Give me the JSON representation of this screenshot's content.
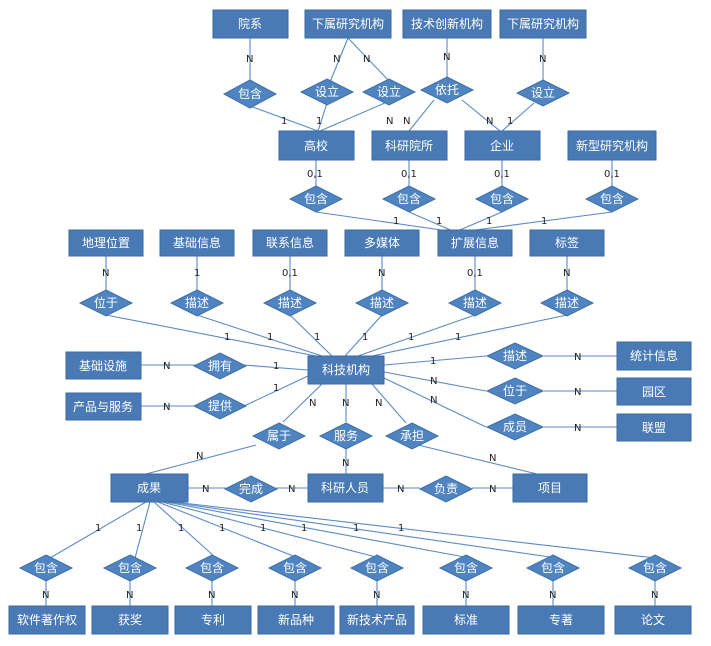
{
  "entities": {
    "yuanxi": "院系",
    "xiashu1": "下属研究机构",
    "jishu_chuangxin": "技术创新机构",
    "xiashu2": "下属研究机构",
    "gaoxiao": "高校",
    "keyanyuansuo": "科研院所",
    "qiye": "企业",
    "xinxing": "新型研究机构",
    "dili": "地理位置",
    "jichu_xinxi": "基础信息",
    "lianxi": "联系信息",
    "duomeiti": "多媒体",
    "kuozhan": "扩展信息",
    "biaoqian": "标签",
    "jichu_sheshi": "基础设施",
    "keji_jigou": "科技机构",
    "tongji": "统计信息",
    "yuanqu": "园区",
    "lianmeng": "联盟",
    "chanpin_fuwu": "产品与服务",
    "chengguo": "成果",
    "keyan_renyuan": "科研人员",
    "xiangmu": "项目",
    "ruanzhu": "软件著作权",
    "huojiang": "获奖",
    "zhuanli": "专利",
    "xinpinzhong": "新品种",
    "xinjishu": "新技术产品",
    "biaozhun": "标准",
    "zhuanzhu": "专著",
    "lunwen": "论文"
  },
  "relationships": {
    "baohan_yx": "包含",
    "sheli1": "设立",
    "sheli2": "设立",
    "yituo": "依托",
    "sheli3": "设立",
    "baohan_gx": "包含",
    "baohan_ky": "包含",
    "baohan_qy": "包含",
    "baohan_xx": "包含",
    "weiyu1": "位于",
    "miaoshu1": "描述",
    "miaoshu2": "描述",
    "miaoshu3": "描述",
    "miaoshu4": "描述",
    "miaoshu5": "描述",
    "yongyou": "拥有",
    "tigong": "提供",
    "miaoshu6": "描述",
    "weiyu2": "位于",
    "chengyuan": "成员",
    "shuyu": "属于",
    "fuwu": "服务",
    "chengdan": "承担",
    "wancheng": "完成",
    "fuze": "负责",
    "bh1": "包含",
    "bh2": "包含",
    "bh3": "包含",
    "bh4": "包含",
    "bh5": "包含",
    "bh6": "包含",
    "bh7": "包含",
    "bh8": "包含"
  },
  "cardinalities": {
    "N": "N",
    "one": "1",
    "zero_one": "0,1"
  },
  "colors": {
    "entity_fill": "#4a7ab5",
    "relationship_fill": "#4f84c0",
    "edge": "#5a8ac4",
    "label": "#ffffff"
  }
}
